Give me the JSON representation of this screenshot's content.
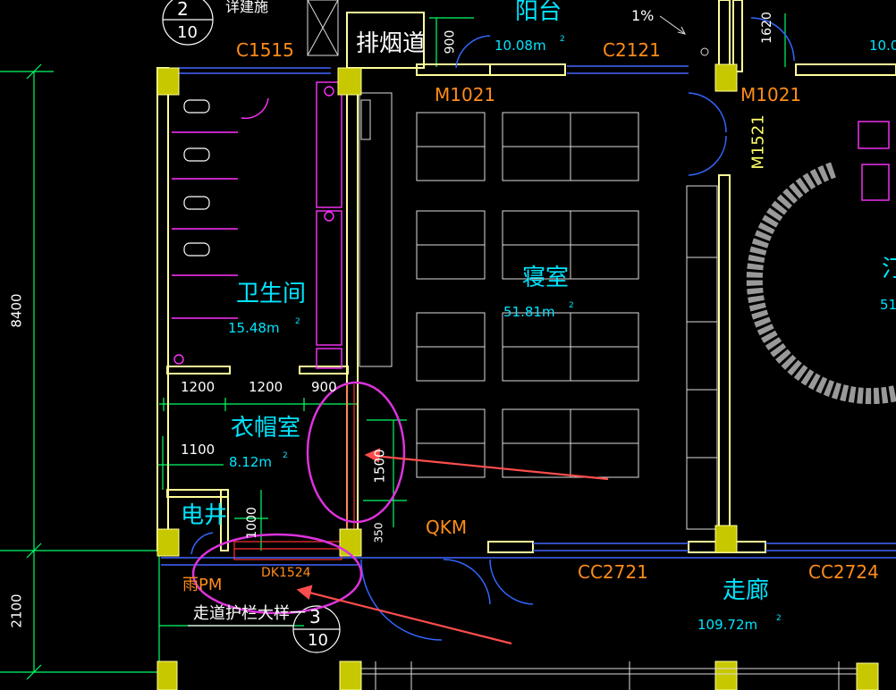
{
  "rooms": {
    "balcony": {
      "name": "阳台",
      "area": "10.08m",
      "sup": "2"
    },
    "bedroom": {
      "name": "寝室",
      "area": "51.81m",
      "sup": "2"
    },
    "toilet": {
      "name": "卫生间",
      "area": "15.48m",
      "sup": "2"
    },
    "cloakroom": {
      "name": "衣帽室",
      "area": "8.12m",
      "sup": "2"
    },
    "elec_shaft": {
      "name": "电井"
    },
    "smoke_duct": {
      "name": "排烟道"
    },
    "corridor": {
      "name": "走廊",
      "area": "109.72m",
      "sup": "2"
    },
    "right_room_area": "10.0",
    "right_room_name_part": "汀",
    "right_room_area2": "51."
  },
  "labels": {
    "top_left_note": "详建施",
    "slope": "1%",
    "c1515": "C1515",
    "c2121": "C2121",
    "m1021_a": "M1021",
    "m1021_b": "M1021",
    "m1521": "M1521",
    "qkm": "QKM",
    "cc2721": "CC2721",
    "cc2724": "CC2724",
    "dk1524": "DK1524",
    "rainpipe": "雨PM",
    "railing_detail": "走道护栏大样一"
  },
  "dimensions": {
    "d8400": "8400",
    "d2100": "2100",
    "d900_top": "900",
    "d1620": "1620",
    "d1200_a": "1200",
    "d1200_b": "1200",
    "d900_mid": "900",
    "d1100": "1100",
    "d1000": "1000",
    "d1500": "1500",
    "d350": "350"
  },
  "detail_marks": {
    "top": {
      "num": "2",
      "sheet": "10"
    },
    "bottom": {
      "num": "3",
      "sheet": "10"
    }
  },
  "colors": {
    "background": "#000000",
    "wall": "#ffff99",
    "column": "#c8c800",
    "dimension": "#00ff66",
    "room_text": "#00e5ff",
    "door_label": "#ff8c1a",
    "fixture": "#ff33ff",
    "annotation": "#dd33dd",
    "arrow": "#ff4d4d",
    "window": "#4466ff"
  }
}
